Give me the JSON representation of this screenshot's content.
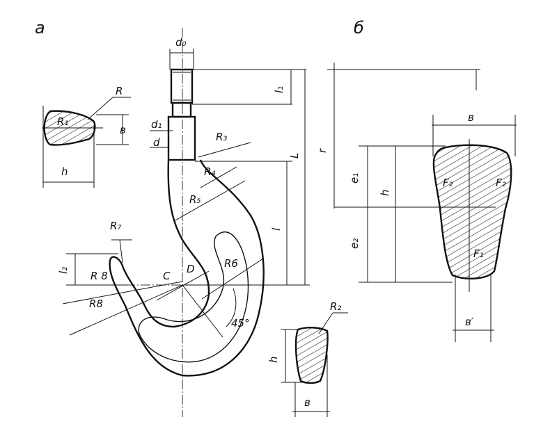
{
  "panels": {
    "a": "а",
    "b": "б"
  },
  "hook_labels": {
    "d0": "d₀",
    "l1": "l₁",
    "d1": "d₁",
    "d": "d",
    "R3": "R₃",
    "L": "L",
    "l": "l",
    "R4": "R₄",
    "R5": "R₅",
    "R7": "R₇",
    "l2": "l₂",
    "R8a": "R 8",
    "R8b": "R8",
    "C": "C",
    "D": "D",
    "R6": "R6",
    "angle": "45°"
  },
  "section_small": {
    "R": "R",
    "R1": "R₁",
    "b": "в",
    "h": "h"
  },
  "section_bottom": {
    "R2": "R₂",
    "h": "h",
    "b": "в"
  },
  "section_large": {
    "r": "r",
    "b": "в",
    "e1": "e₁",
    "h": "h",
    "e2": "e₂",
    "F2_left": "F₂",
    "F2_right": "F₂",
    "F1": "F₁",
    "b_prime": "в′"
  }
}
